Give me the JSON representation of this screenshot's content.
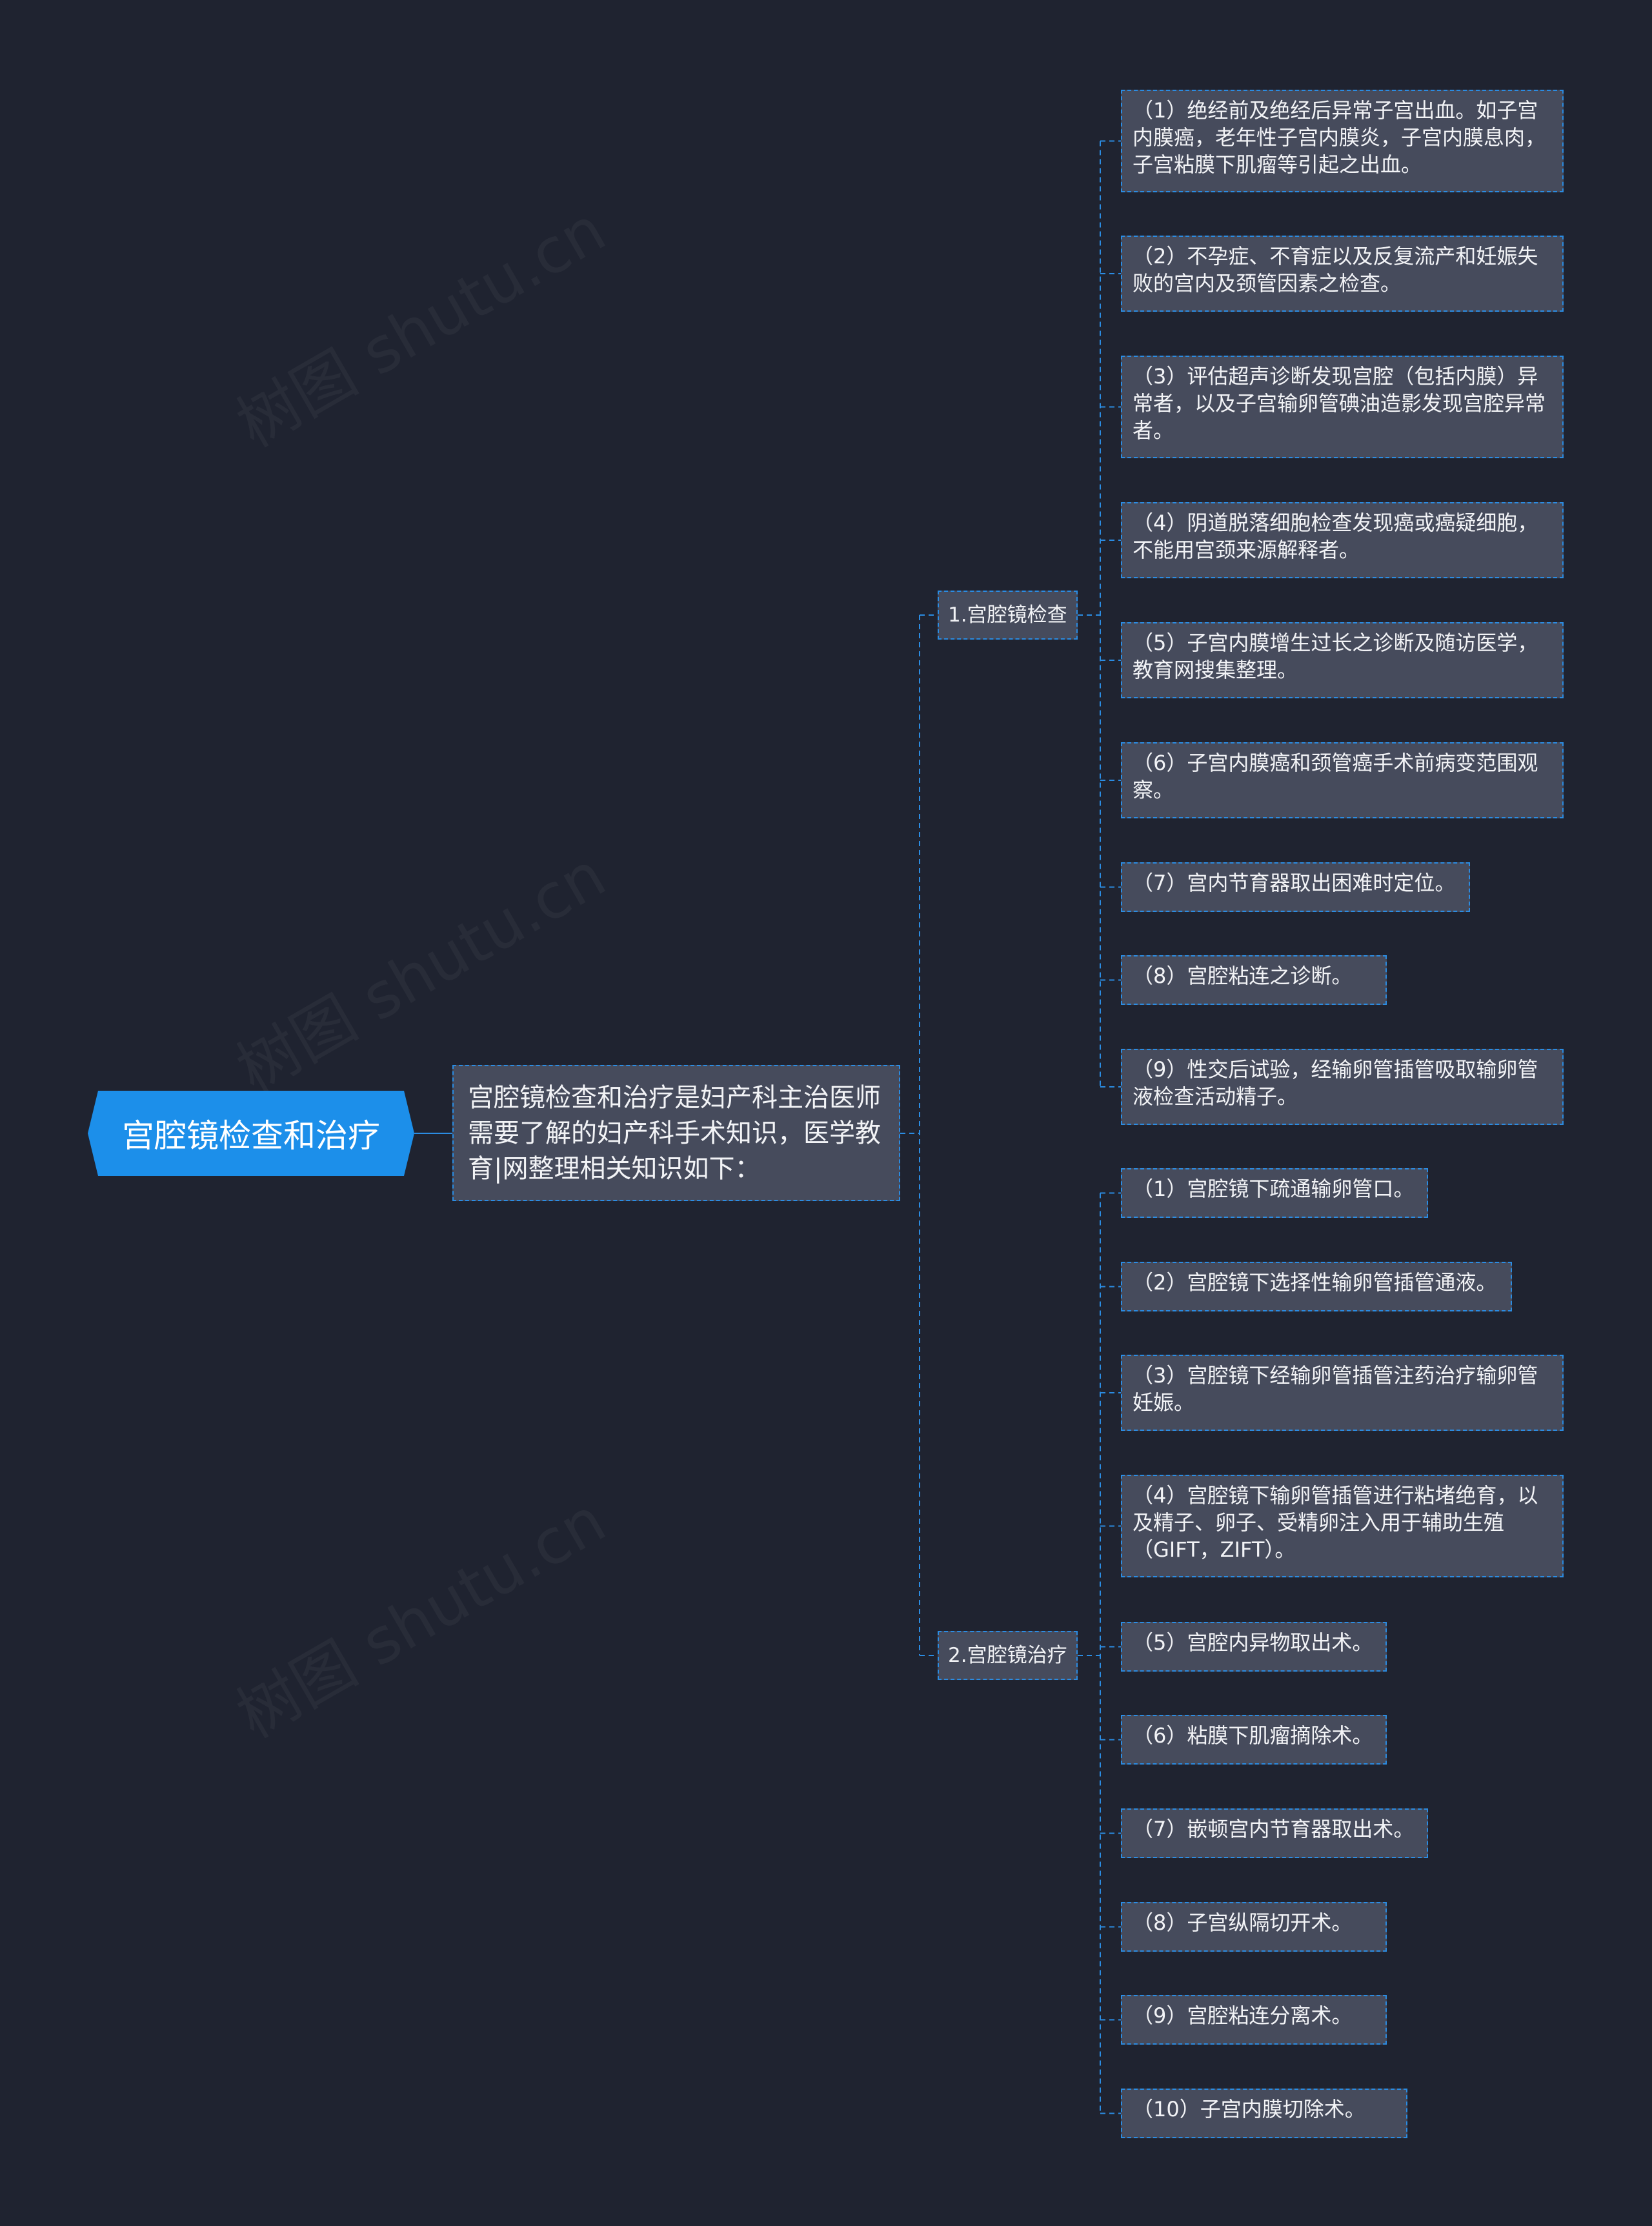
{
  "colors": {
    "background": "#1f2330",
    "root_fill": "#1c8fea",
    "node_fill": "#464b5c",
    "connector": "#2b8ce2",
    "text": "#f2f3f6"
  },
  "root": {
    "label": "宫腔镜检查和治疗"
  },
  "intro": {
    "text": "宫腔镜检查和治疗是妇产科主治医师需要了解的妇产科手术知识，医学教育|网整理相关知识如下："
  },
  "branches": [
    {
      "label": "1.宫腔镜检查",
      "items": [
        "（1）绝经前及绝经后异常子宫出血。如子宫内膜癌，老年性子宫内膜炎，子宫内膜息肉，子宫粘膜下肌瘤等引起之出血。",
        "（2）不孕症、不育症以及反复流产和妊娠失败的宫内及颈管因素之检查。",
        "（3）评估超声诊断发现宫腔（包括内膜）异常者，以及子宫输卵管碘油造影发现宫腔异常者。",
        "（4）阴道脱落细胞检查发现癌或癌疑细胞，不能用宫颈来源解释者。",
        "（5）子宫内膜增生过长之诊断及随访医学，教育网搜集整理。",
        "（6）子宫内膜癌和颈管癌手术前病变范围观察。",
        "（7）宫内节育器取出困难时定位。",
        "（8）宫腔粘连之诊断。",
        "（9）性交后试验，经输卵管插管吸取输卵管液检查活动精子。"
      ]
    },
    {
      "label": "2.宫腔镜治疗",
      "items": [
        "（1）宫腔镜下疏通输卵管口。",
        "（2）宫腔镜下选择性输卵管插管通液。",
        "（3）宫腔镜下经输卵管插管注药治疗输卵管妊娠。",
        "（4）宫腔镜下输卵管插管进行粘堵绝育，以及精子、卵子、受精卵注入用于辅助生殖（GIFT，ZIFT）。",
        "（5）宫腔内异物取出术。",
        "（6）粘膜下肌瘤摘除术。",
        "（7）嵌顿宫内节育器取出术。",
        "（8）子宫纵隔切开术。",
        "（9）宫腔粘连分离术。",
        "（10）子宫内膜切除术。"
      ]
    }
  ]
}
